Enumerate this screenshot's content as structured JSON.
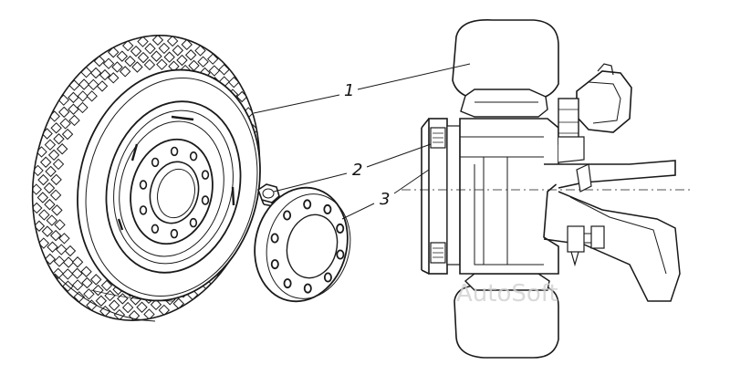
{
  "callouts": [
    {
      "label": "1",
      "part": "wheel-assembly"
    },
    {
      "label": "2",
      "part": "wheel-nut"
    },
    {
      "label": "3",
      "part": "wheel-cover-ring"
    }
  ],
  "watermark": "AutoSoft",
  "colors": {
    "line": "#1a1a1a",
    "paper": "#ffffff",
    "watermark": "#cfcfcf"
  }
}
